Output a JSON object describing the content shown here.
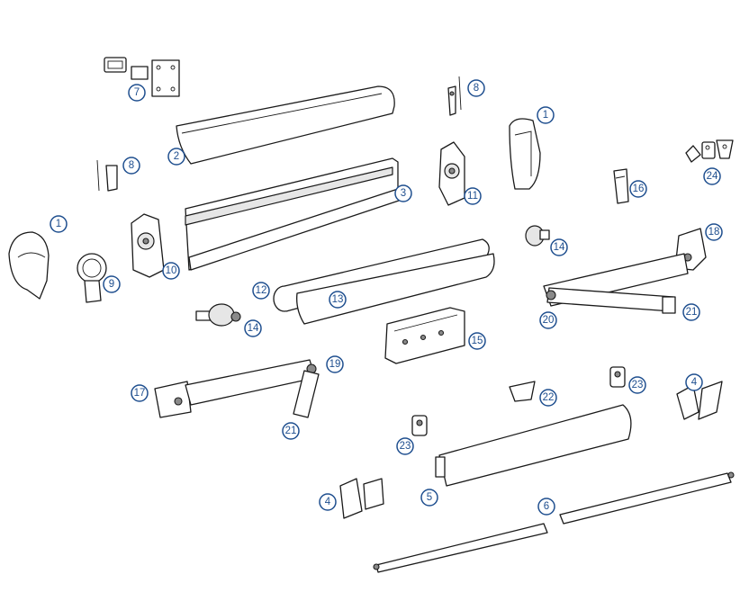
{
  "diagram": {
    "callout_color": "#1f4f8f",
    "line_color": "#1a1a1a",
    "callouts": [
      {
        "id": "c7",
        "label": "7"
      },
      {
        "id": "c2",
        "label": "2"
      },
      {
        "id": "c8a",
        "label": "8"
      },
      {
        "id": "c8b",
        "label": "8"
      },
      {
        "id": "c1a",
        "label": "1"
      },
      {
        "id": "c1b",
        "label": "1"
      },
      {
        "id": "c24",
        "label": "24"
      },
      {
        "id": "c3",
        "label": "3"
      },
      {
        "id": "c11",
        "label": "11"
      },
      {
        "id": "c16",
        "label": "16"
      },
      {
        "id": "c10",
        "label": "10"
      },
      {
        "id": "c9",
        "label": "9"
      },
      {
        "id": "c14a",
        "label": "14"
      },
      {
        "id": "c14b",
        "label": "14"
      },
      {
        "id": "c18",
        "label": "18"
      },
      {
        "id": "c12",
        "label": "12"
      },
      {
        "id": "c13",
        "label": "13"
      },
      {
        "id": "c20",
        "label": "20"
      },
      {
        "id": "c21a",
        "label": "21"
      },
      {
        "id": "c15",
        "label": "15"
      },
      {
        "id": "c19",
        "label": "19"
      },
      {
        "id": "c17",
        "label": "17"
      },
      {
        "id": "c21b",
        "label": "21"
      },
      {
        "id": "c22",
        "label": "22"
      },
      {
        "id": "c23a",
        "label": "23"
      },
      {
        "id": "c23b",
        "label": "23"
      },
      {
        "id": "c4a",
        "label": "4"
      },
      {
        "id": "c4b",
        "label": "4"
      },
      {
        "id": "c5",
        "label": "5"
      },
      {
        "id": "c6",
        "label": "6"
      }
    ]
  }
}
